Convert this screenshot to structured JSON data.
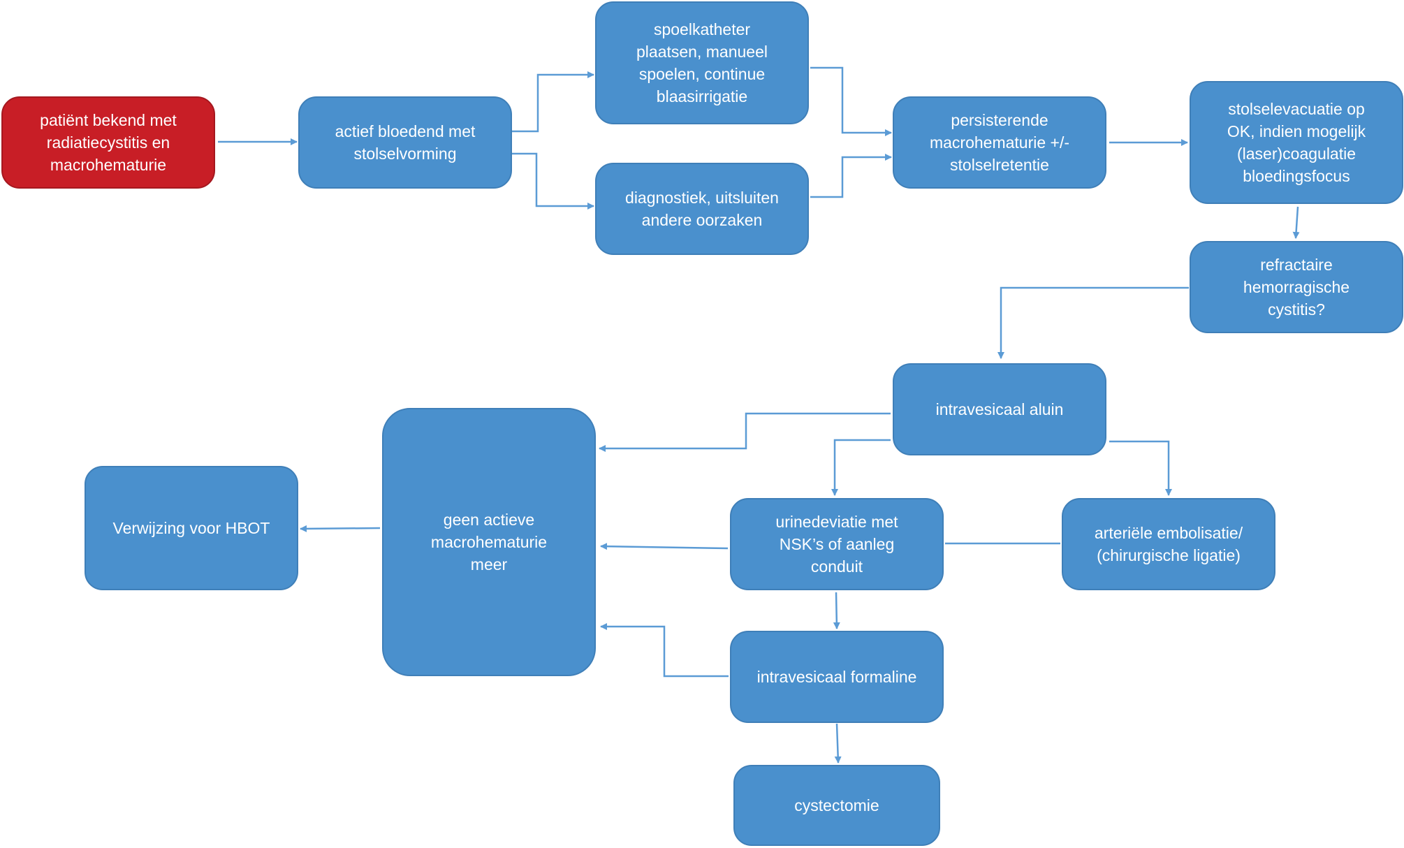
{
  "colors": {
    "start": "#c81e26",
    "box": "#4a90cd",
    "arrow": "#5b9bd5",
    "text": "#ffffff"
  },
  "nodes": {
    "patient": "patiënt bekend met\nradiatiecystitis en\nmacrohematurie",
    "actief": "actief bloedend met\nstolselvorming",
    "spoelkatheter": "spoelkatheter\nplaatsen, manueel\nspoelen, continue\nblaasirrigatie",
    "diagnostiek": "diagnostiek, uitsluiten\nandere oorzaken",
    "persisterende": "persisterende\nmacrohematurie +/-\nstolselretentie",
    "stolselevacuatie": "stolselevacuatie op\nOK, indien mogelijk\n(laser)coagulatie\nbloedingsfocus",
    "refractaire": "refractaire\nhemorragische\ncystitis?",
    "aluin": "intravesicaal aluin",
    "geen": "geen actieve\nmacrohematurie\nmeer",
    "hbot": "Verwijzing voor HBOT",
    "urinedeviatie": "urinedeviatie met\nNSK’s of aanleg\nconduit",
    "embolisatie": "arteriële embolisatie/\n(chirurgische ligatie)",
    "formaline": "intravesicaal formaline",
    "cystectomie": "cystectomie"
  }
}
